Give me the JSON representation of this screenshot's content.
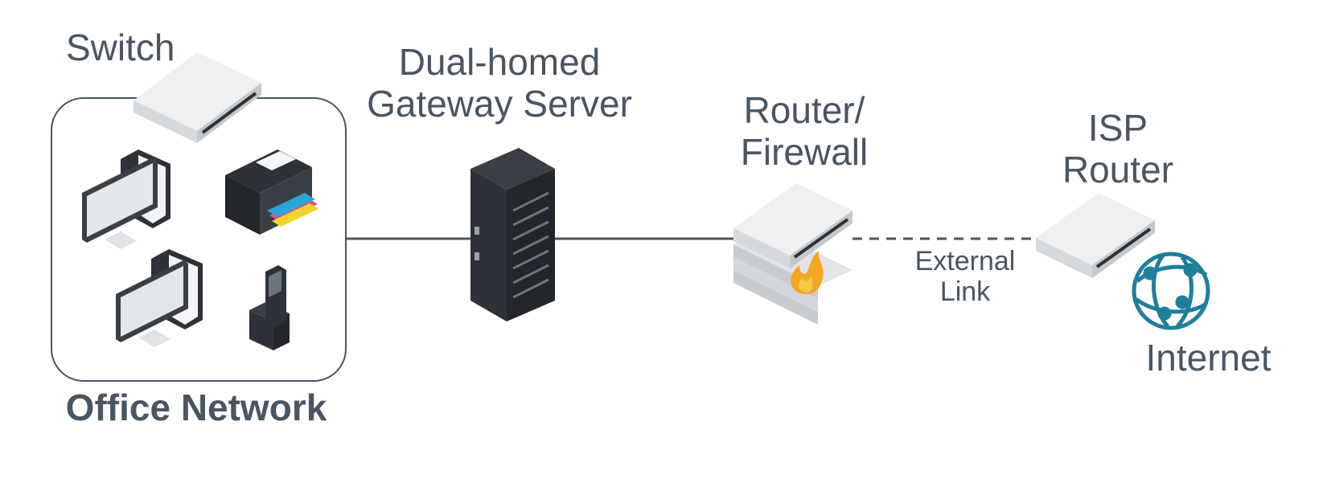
{
  "labels": {
    "switch": "Switch",
    "gateway_line1": "Dual-homed",
    "gateway_line2": "Gateway Server",
    "router_line1": "Router/",
    "router_line2": "Firewall",
    "isp_line1": "ISP",
    "isp_line2": "Router",
    "external_line1": "External",
    "external_line2": "Link",
    "internet": "Internet",
    "office_network": "Office Network"
  },
  "colors": {
    "text": "#4a5562",
    "line": "#4a5562",
    "device_top": "#eef0f2",
    "device_side": "#d5d9de",
    "server_dark": "#2e3238",
    "globe": "#1f7e9c",
    "flame": "#f5a623"
  },
  "icons": [
    "switch-icon",
    "monitor-icon",
    "printer-icon",
    "phone-icon",
    "server-rack-icon",
    "firewall-icon",
    "flame-icon",
    "router-icon",
    "globe-icon"
  ]
}
